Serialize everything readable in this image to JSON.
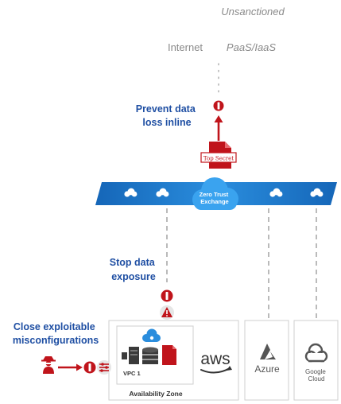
{
  "header": {
    "unsanctioned": "Unsanctioned",
    "internet": "Internet",
    "paas": "PaaS/IaaS"
  },
  "callouts": {
    "prevent_line1": "Prevent data",
    "prevent_line2": "loss inline",
    "stop_line1": "Stop data",
    "stop_line2": "exposure",
    "close_line1": "Close exploitable",
    "close_line2": "misconfigurations"
  },
  "document": {
    "stamp": "Top Secret"
  },
  "exchange": {
    "line1": "Zero Trust",
    "line2": "Exchange"
  },
  "vpc": {
    "label": "VPC 1",
    "zone_label": "Availability Zone"
  },
  "clouds": {
    "aws": "aws",
    "azure": "Azure",
    "google_line1": "Google",
    "google_line2": "Cloud"
  },
  "colors": {
    "callout_blue": "#1f4fa3",
    "danger_red": "#c0141b",
    "band_blue": "#1b79c9",
    "label_gray": "#8a8a8a",
    "dash_gray": "#aaaaaa"
  }
}
